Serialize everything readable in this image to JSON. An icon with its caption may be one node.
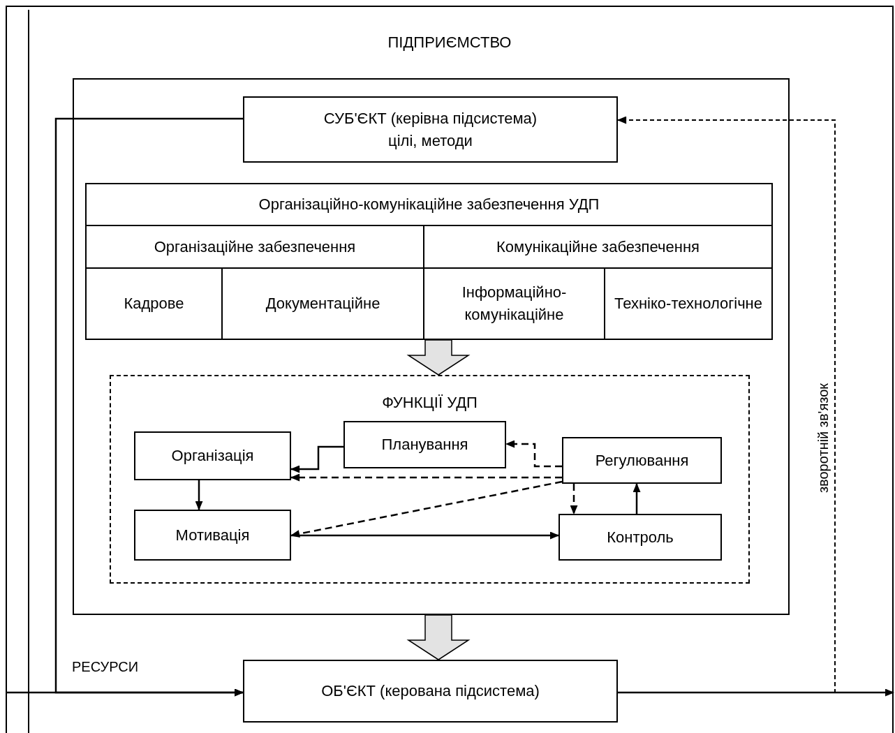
{
  "diagram": {
    "nodes": [
      {
        "text": [
          "ПІДПРИЄМСТВО"
        ]
      },
      {
        "text": [],
        "shape": "box",
        "in": 0
      },
      {
        "text": [
          "СУБ'ЄКТ (керівна підсистема)",
          "цілі, методи"
        ],
        "in": 1
      },
      {
        "text": [
          "Організаційно-комунікаційне забезпечення УДП"
        ],
        "in": 1
      },
      {
        "text": [
          "Організаційне забезпечення"
        ],
        "in": 3
      },
      {
        "text": [
          "Комунікаційне забезпечення"
        ],
        "in": 3
      },
      {
        "text": [
          "Кадрове"
        ],
        "in": 3
      },
      {
        "text": [
          "Документаційне"
        ],
        "in": 3
      },
      {
        "text": [
          "Інформаційно-комунікаційне"
        ],
        "in": 3
      },
      {
        "text": [
          "Техніко-технологічне"
        ],
        "in": 3
      },
      {
        "text": [
          "ФУНКЦІЇ УДП"
        ],
        "in": 1
      },
      {
        "text": [
          "Організація"
        ],
        "in": 10
      },
      {
        "text": [
          "Планування"
        ],
        "in": 10
      },
      {
        "text": [
          "Регулювання"
        ],
        "in": 10
      },
      {
        "text": [
          "Мотивація"
        ],
        "in": 10
      },
      {
        "text": [
          "Контроль"
        ],
        "in": 10
      },
      {
        "text": [
          "ОБ'ЄКТ (керована підсистема)"
        ],
        "in": 0
      }
    ],
    "edges": [
      {
        "from": null,
        "to": 16,
        "arrow": "to",
        "label": "РЕСУРСИ"
      },
      {
        "from": 2,
        "to": 16,
        "arrow": "to"
      },
      {
        "from": 16,
        "to": null,
        "arrow": "to"
      },
      {
        "from": 16,
        "to": 2,
        "arrow": "to",
        "style": "dashed",
        "label": "зворотній зв'язок"
      },
      {
        "from": 3,
        "to": 10,
        "arrow": "to",
        "style": "thick"
      },
      {
        "from": 12,
        "to": 11,
        "arrow": "to"
      },
      {
        "from": 13,
        "to": 12,
        "arrow": "to",
        "style": "dashed"
      },
      {
        "from": 13,
        "to": 11,
        "arrow": "to",
        "style": "dashed"
      },
      {
        "from": 13,
        "to": 14,
        "arrow": "to",
        "style": "dashed"
      },
      {
        "from": 13,
        "to": 15,
        "arrow": "to",
        "style": "dashed"
      },
      {
        "from": 11,
        "to": 14,
        "arrow": "to"
      },
      {
        "from": 14,
        "to": 15,
        "arrow": "to"
      },
      {
        "from": 15,
        "to": 13,
        "arrow": "to"
      },
      {
        "from": 1,
        "to": 16,
        "arrow": "to",
        "style": "thick"
      }
    ]
  }
}
